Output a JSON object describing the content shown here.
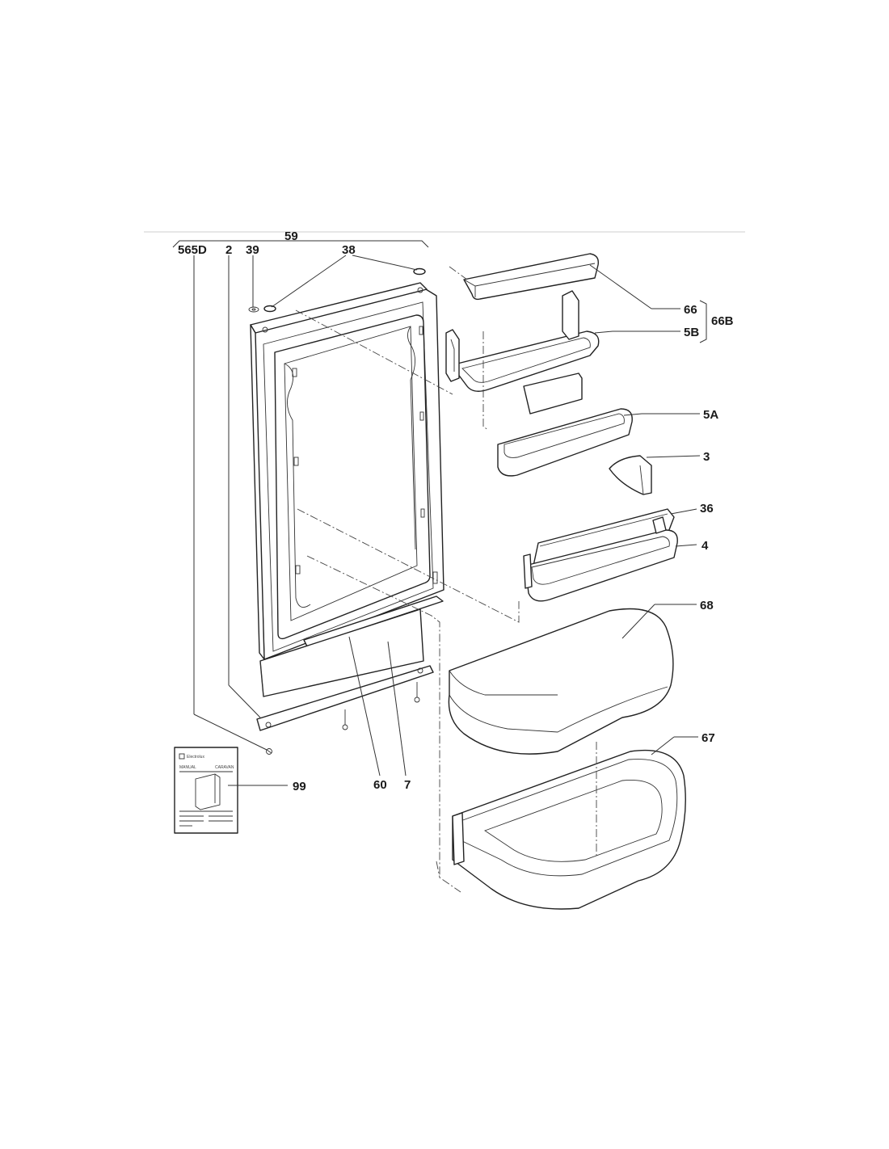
{
  "diagram": {
    "part_labels": {
      "p59": "59",
      "p565d": "565D",
      "p2": "2",
      "p39": "39",
      "p38": "38",
      "p66": "66",
      "p66b": "66B",
      "p5b": "5B",
      "p5a": "5A",
      "p3": "3",
      "p36": "36",
      "p4": "4",
      "p68": "68",
      "p67": "67",
      "p99": "99",
      "p60": "60",
      "p7": "7"
    },
    "manual": {
      "brand": "Electrolux",
      "left_text": "MANUAL",
      "right_text": "CARAVAN"
    }
  }
}
